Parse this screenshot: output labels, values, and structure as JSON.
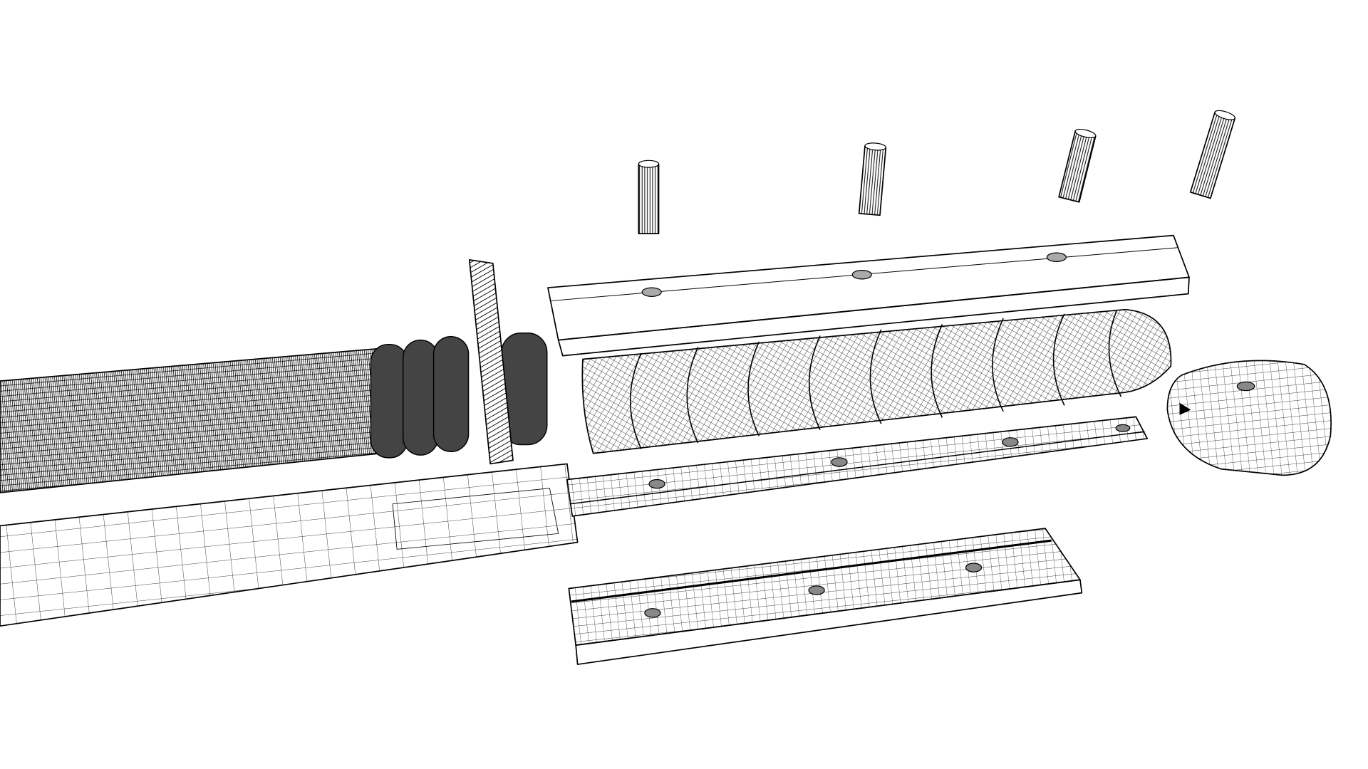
{
  "colors": {
    "background": "#ffffff",
    "line": "#000000",
    "dense_mesh": "#2a2a2a"
  },
  "view": {
    "style": "wireframe",
    "parts": [
      {
        "icon": "pin-icon",
        "count": 4
      },
      {
        "icon": "handle-plate-icon",
        "count": 2
      },
      {
        "icon": "wrapped-handle-icon",
        "count": 1
      },
      {
        "icon": "pommel-icon",
        "count": 1
      },
      {
        "icon": "tang-icon",
        "count": 1
      },
      {
        "icon": "blade-icon",
        "count": 1
      },
      {
        "icon": "scabbard-icon",
        "count": 1
      },
      {
        "icon": "guard-icon",
        "count": 1
      }
    ]
  }
}
